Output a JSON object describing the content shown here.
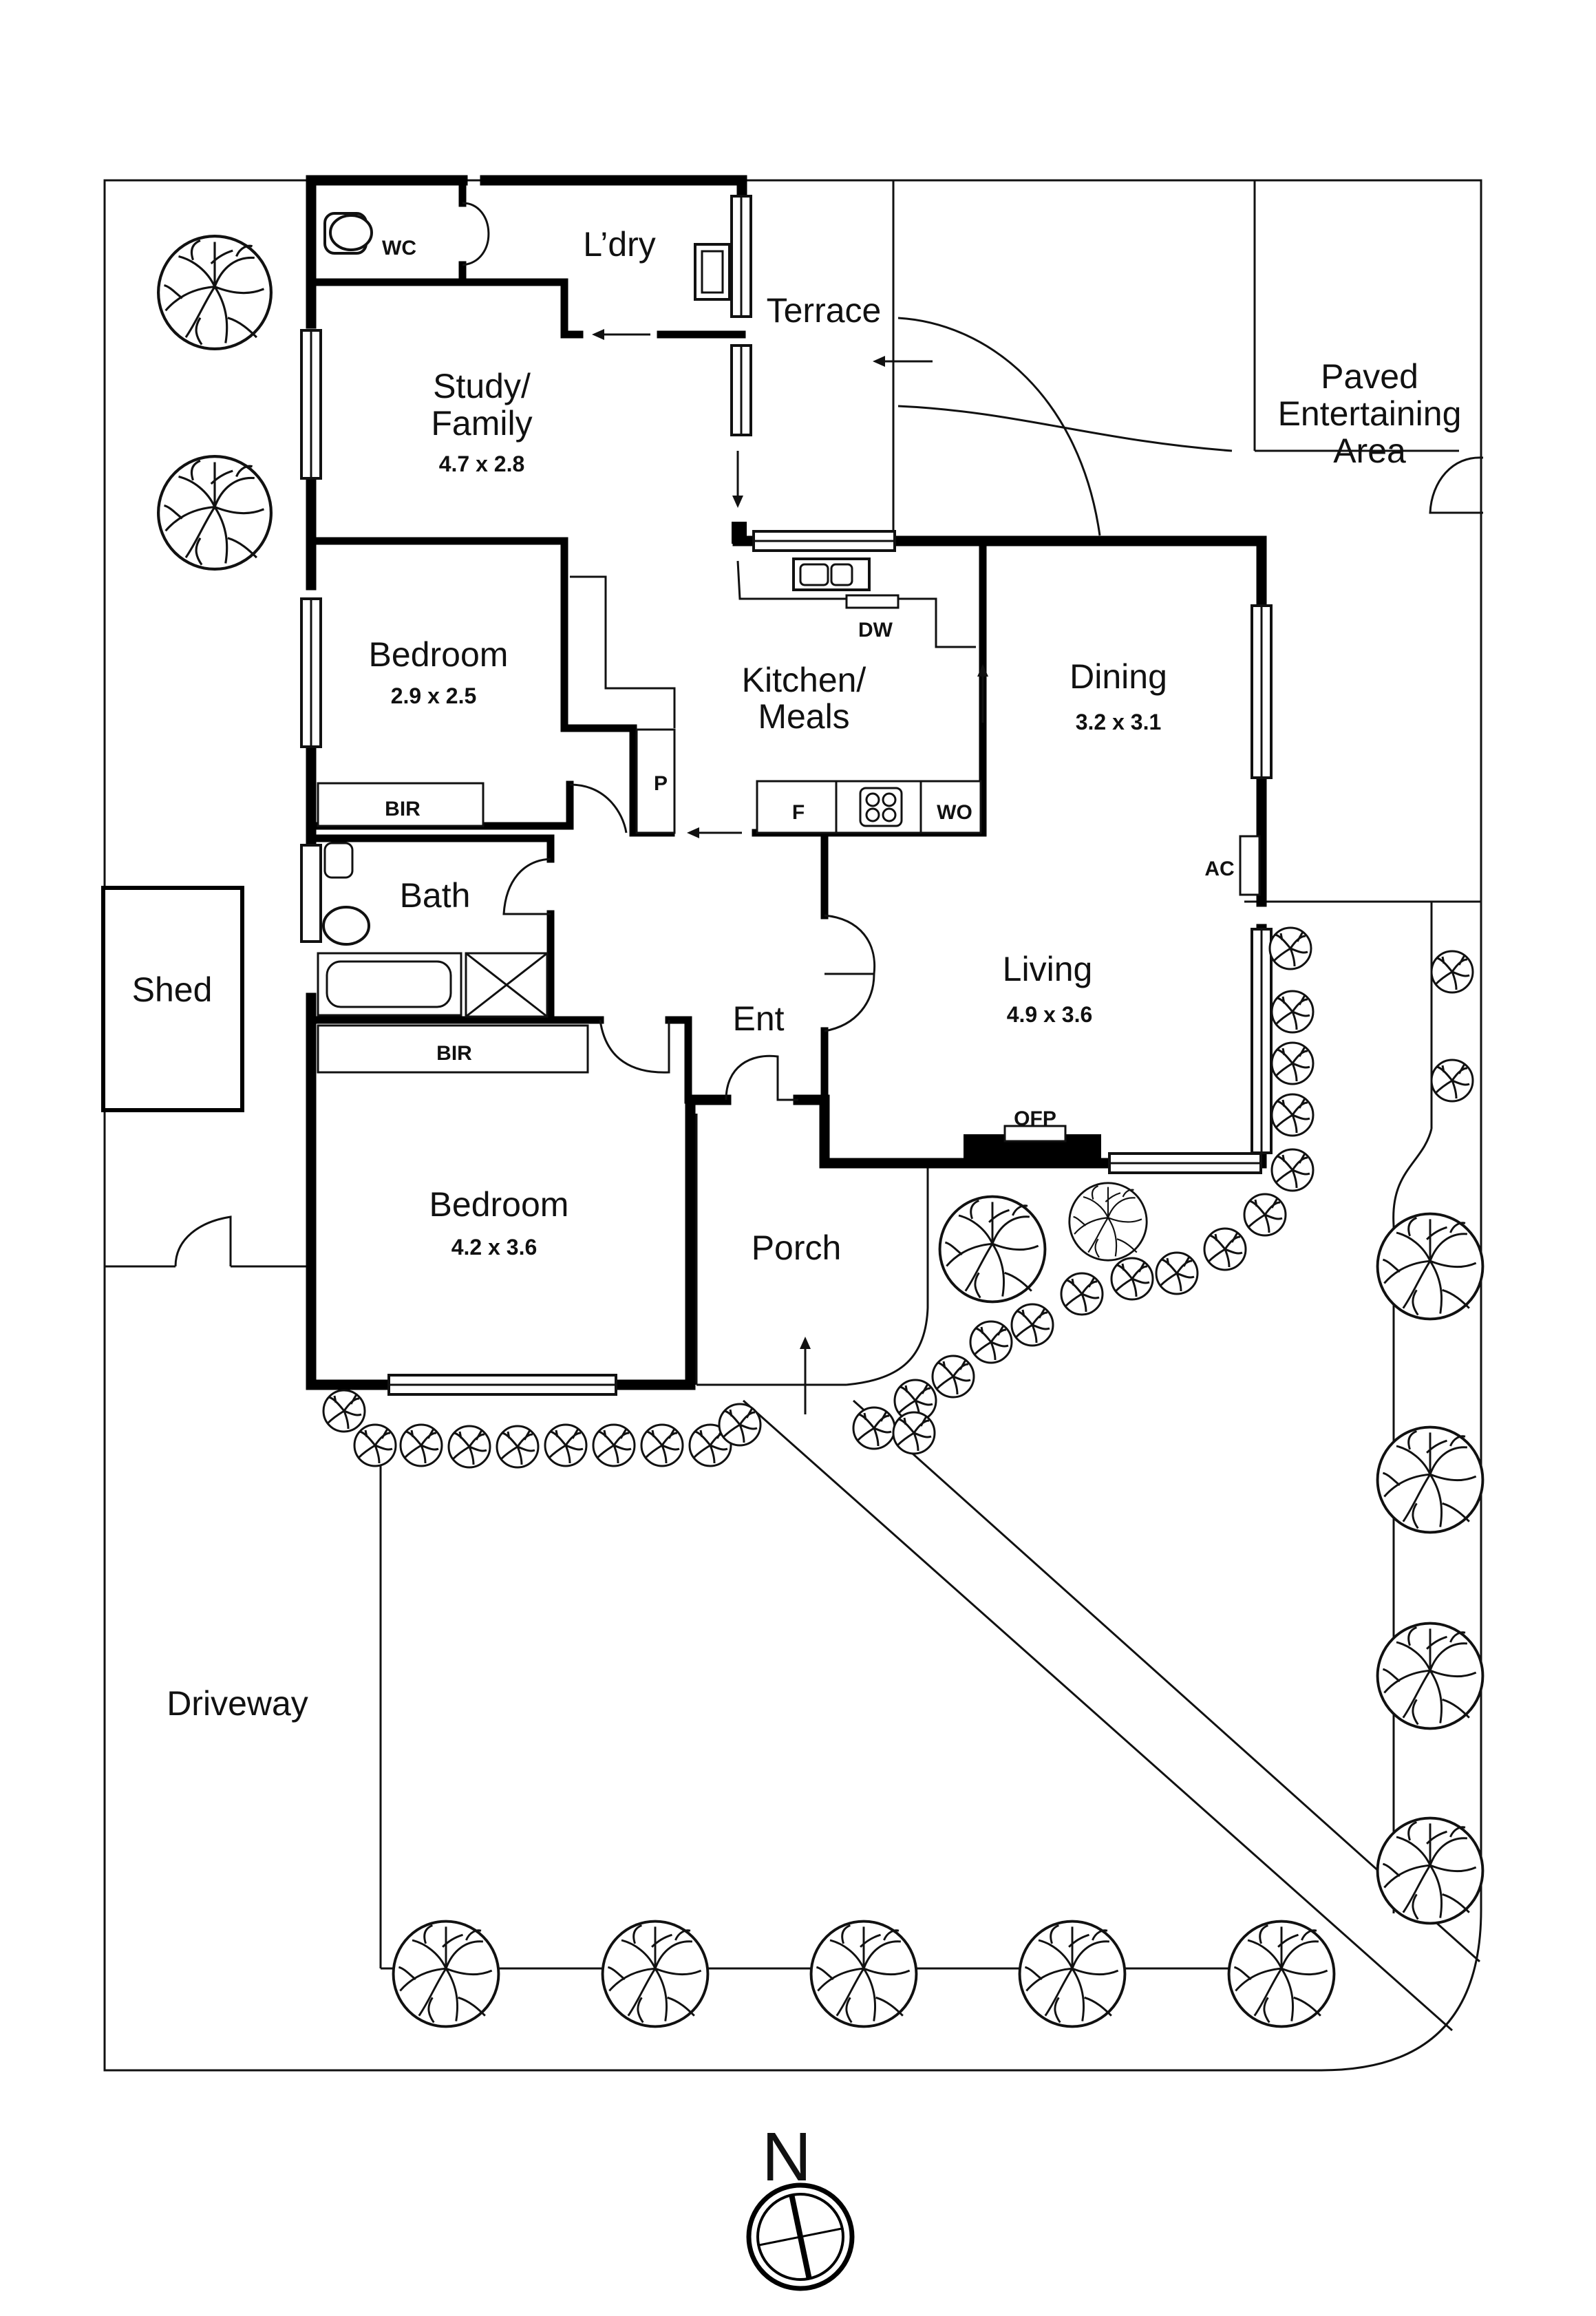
{
  "rooms": {
    "laundry": "L’dry",
    "wc": "WC",
    "terrace": "Terrace",
    "paved_line1": "Paved",
    "paved_line2": "Entertaining",
    "paved_line3": "Area",
    "study_line1": "Study/",
    "study_line2": "Family",
    "study_dim": "4.7 x 2.8",
    "bedroom2": "Bedroom",
    "bedroom2_dim": "2.9 x 2.5",
    "kitchen_line1": "Kitchen/",
    "kitchen_line2": "Meals",
    "dining": "Dining",
    "dining_dim": "3.2 x 3.1",
    "bath": "Bath",
    "shed": "Shed",
    "living": "Living",
    "living_dim": "4.9 x 3.6",
    "entry": "Ent",
    "bedroom1": "Bedroom",
    "bedroom1_dim": "4.2 x 3.6",
    "porch": "Porch",
    "driveway": "Driveway"
  },
  "fixtures": {
    "dishwasher": "DW",
    "pantry": "P",
    "fridge": "F",
    "wall_oven": "WO",
    "air_conditioner": "AC",
    "robe_bedroom2": "BIR",
    "robe_bedroom1": "BIR",
    "fireplace": "OFP"
  },
  "compass": {
    "label": "N"
  },
  "colors": {
    "wall": "#000000",
    "line": "#111111",
    "background": "#ffffff"
  }
}
